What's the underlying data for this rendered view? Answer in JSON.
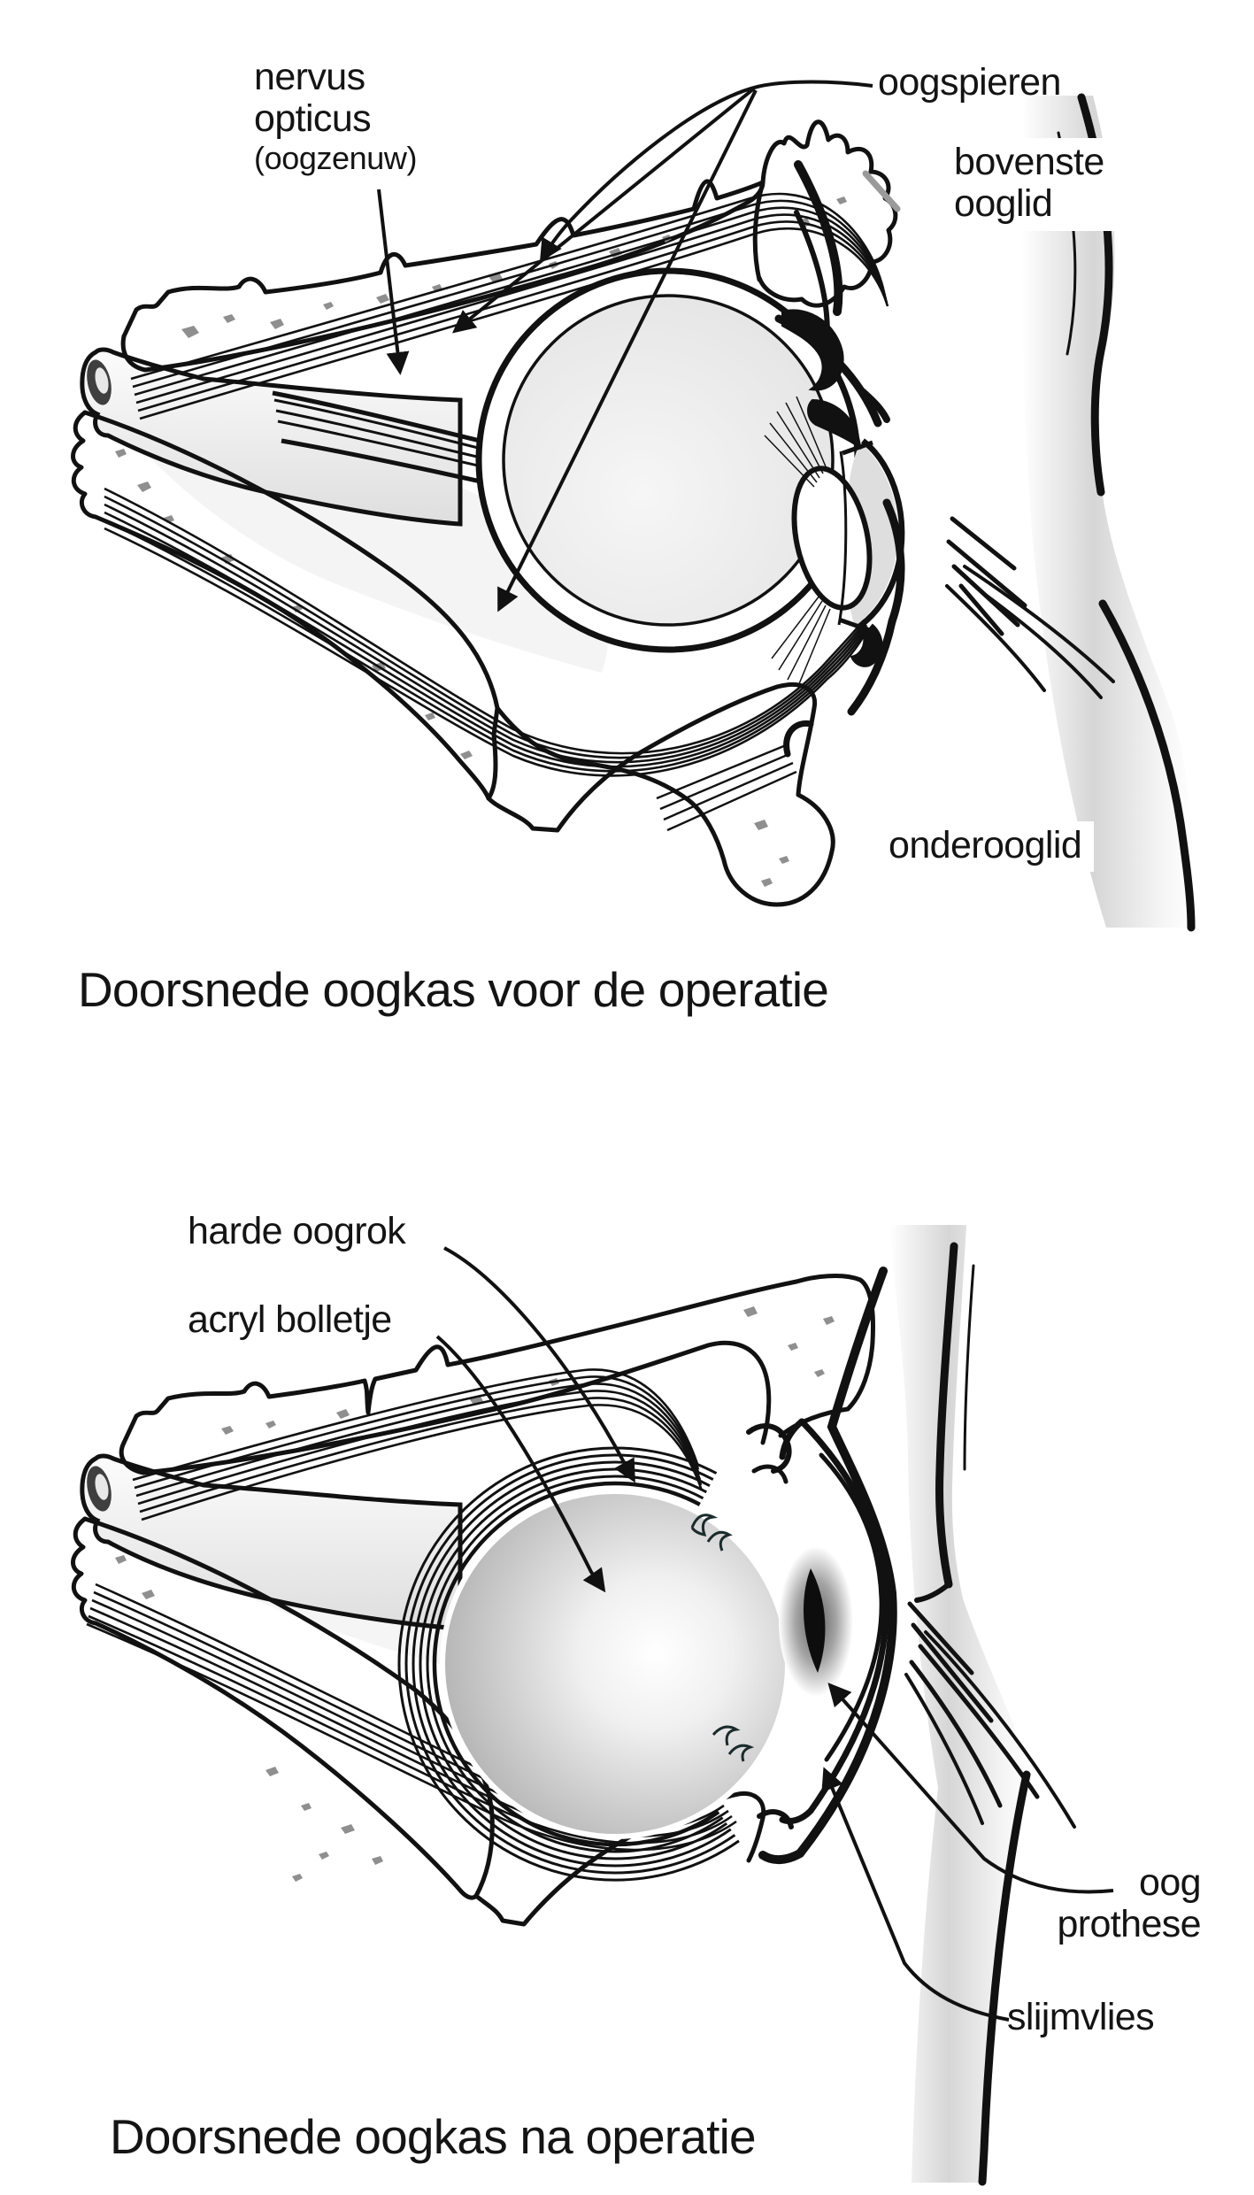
{
  "page": {
    "background": "#ffffff",
    "ink": "#111111"
  },
  "colors": {
    "ink": "#111111",
    "bone_speckle": "#8f8f8f",
    "socket_shade": "#ebebeb",
    "ball_edge_gray": "#a5a5a5",
    "face_shade": "#d6d6d6",
    "gray_slash": "#9a9a9a"
  },
  "figure_before": {
    "caption": "Doorsnede oogkas voor de operatie",
    "labels": {
      "nervus_line1": "nervus",
      "nervus_line2": "opticus",
      "nervus_line3": "(oogzenuw)",
      "oogspieren": "oogspieren",
      "bovenste_line1": "bovenste",
      "bovenste_line2": "ooglid",
      "onderooglid": "onderooglid"
    }
  },
  "figure_after": {
    "caption": "Doorsnede oogkas na operatie",
    "labels": {
      "harde_oogrok": "harde oogrok",
      "acryl_bolletje": "acryl bolletje",
      "oog_prothese_line1": "oog",
      "oog_prothese_line2": "prothese",
      "slijmvlies": "slijmvlies"
    }
  }
}
